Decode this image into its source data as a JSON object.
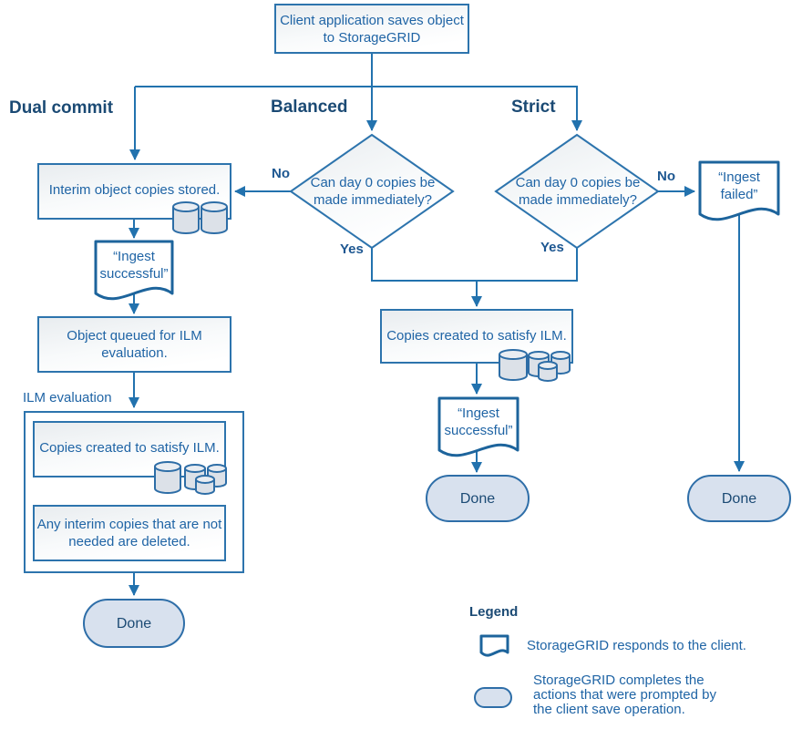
{
  "colors": {
    "connector_line": "#2272ae",
    "box_border": "#2d74ad",
    "document_border": "#1d649c",
    "body_text": "#1f64a5",
    "branch_label_text": "#1b4a74",
    "stadium_fill": "#d8e1ee",
    "cylinder_fill": "#dce1e8",
    "box_fill_top": "#e8ecef"
  },
  "nodes": {
    "client_save": "Client application saves object to StorageGRID",
    "branch_dual_commit": "Dual commit",
    "branch_balanced": "Balanced",
    "branch_strict": "Strict",
    "decision_balanced": "Can day 0 copies be made immediately?",
    "decision_strict": "Can day 0 copies be made immediately?",
    "no_balanced": "No",
    "yes_balanced": "Yes",
    "no_strict": "No",
    "yes_strict": "Yes",
    "interim_stored": "Interim object copies stored.",
    "ingest_successful": "“Ingest successful”",
    "ingest_failed": "“Ingest failed”",
    "object_queued": "Object queued for ILM evaluation.",
    "ilm_evaluation": "ILM evaluation",
    "copies_created": "Copies created to satisfy ILM.",
    "interim_deleted": "Any interim copies that are not needed are deleted.",
    "done": "Done"
  },
  "legend": {
    "title": "Legend",
    "document_desc": "StorageGRID responds to the client.",
    "stadium_desc": "StorageGRID completes the actions that were prompted by the client save operation."
  }
}
